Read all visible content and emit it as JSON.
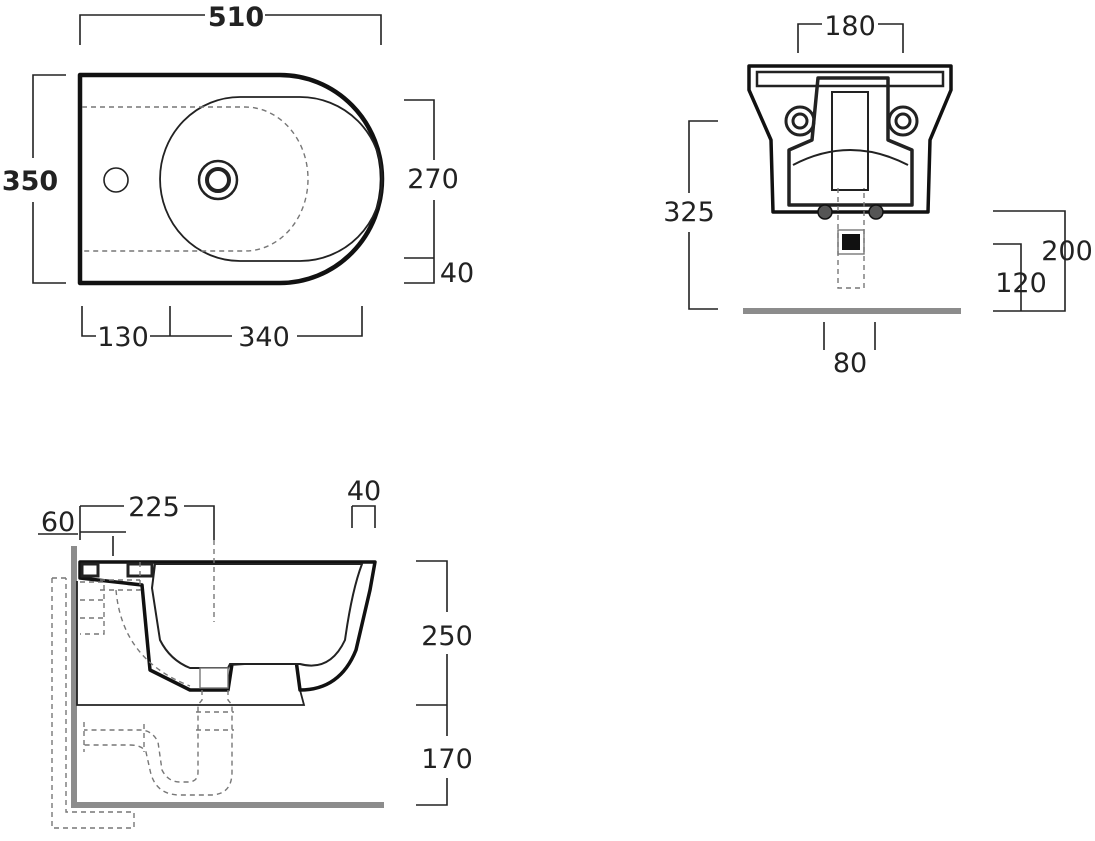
{
  "top_view": {
    "width_label": "510",
    "depth_label": "350",
    "bowl_width_label": "270",
    "rim_label": "40",
    "hole_offset_label": "130",
    "bowl_length_label": "340"
  },
  "front_view": {
    "top_width_label": "180",
    "height_label": "325",
    "outlet_height_label": "200",
    "inlet_height_label": "120",
    "outlet_width_label": "80"
  },
  "side_view": {
    "rear_label": "60",
    "center_label": "225",
    "front_rim_label": "40",
    "body_height_label": "250",
    "floor_clearance_label": "170"
  },
  "colors": {
    "outline": "#111111",
    "wall": "#8c8c8c",
    "hidden_lines": "#777777"
  }
}
